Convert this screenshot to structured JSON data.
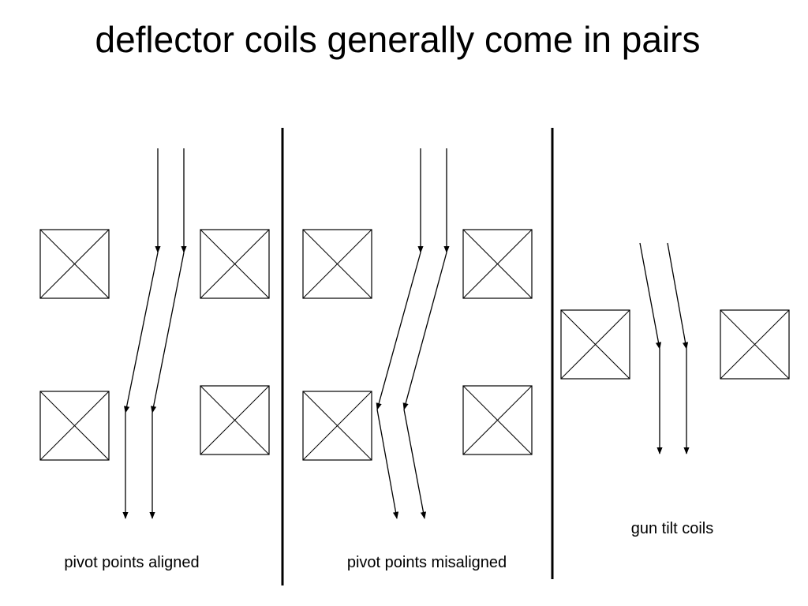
{
  "title": "deflector coils generally come in pairs",
  "panels": [
    {
      "caption": "pivot points aligned"
    },
    {
      "caption": "pivot points misaligned"
    },
    {
      "caption": "gun tilt coils"
    }
  ]
}
